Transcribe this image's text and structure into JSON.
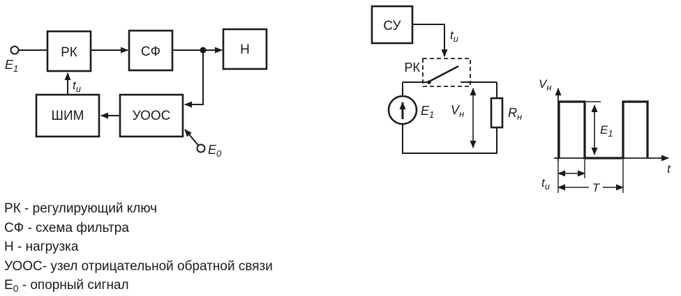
{
  "colors": {
    "ink": "#1a1a1a",
    "background": "#ffffff"
  },
  "block_diagram": {
    "e1_input": {
      "base": "E",
      "sub": "1"
    },
    "rk_label": "РК",
    "sf_label": "СФ",
    "n_label": "Н",
    "shim_label": "ШИМ",
    "uoos_label": "УООС",
    "ti_label": {
      "base": "t",
      "sub": "и"
    },
    "e0_input": {
      "base": "E",
      "sub": "0"
    }
  },
  "legend": {
    "items": [
      "РК - регулирующий ключ",
      "СФ - схема фильтра",
      "Н - нагрузка",
      "УООС- узел отрицательной обратной связи"
    ],
    "e0_line": {
      "base": "E",
      "sub": "0",
      "rest": " - опорный сигнал"
    }
  },
  "circuit": {
    "su_label": "СУ",
    "ti_label": {
      "base": "t",
      "sub": "и"
    },
    "rk_label": "РК",
    "e1_label": {
      "base": "E",
      "sub": "1"
    },
    "vn_label": {
      "base": "V",
      "sub": "н"
    },
    "rn_label": {
      "base": "R",
      "sub": "н"
    }
  },
  "waveform": {
    "y_label": {
      "base": "V",
      "sub": "н"
    },
    "x_label": "t",
    "amplitude_label": {
      "base": "E",
      "sub": "1"
    },
    "pulse_width_label": {
      "base": "t",
      "sub": "и"
    },
    "period_label": "T"
  }
}
